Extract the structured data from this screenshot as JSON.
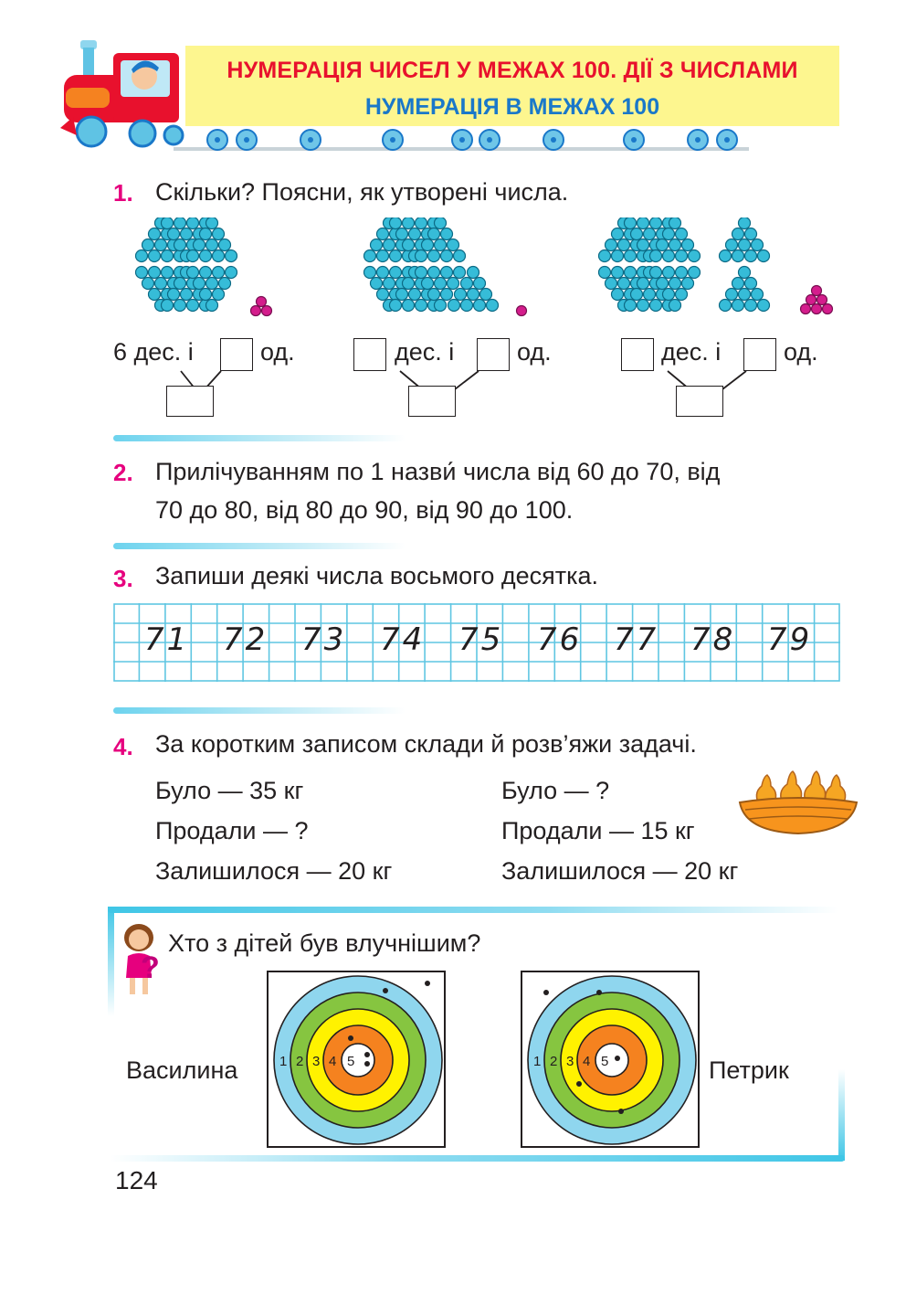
{
  "header": {
    "title": "НУМЕРАЦІЯ ЧИСЕЛ У МЕЖАХ 100. ДІЇ З ЧИСЛАМИ",
    "subtitle": "НУМЕРАЦІЯ В МЕЖАХ 100"
  },
  "task1": {
    "number": "1.",
    "text": "Скільки? Поясни, як утворені числа.",
    "items": [
      {
        "tens_prefix": "6 дес. і",
        "units_suffix": "од."
      },
      {
        "tens_label": "дес. і",
        "units_suffix": "од."
      },
      {
        "tens_label": "дес. і",
        "units_suffix": "од."
      }
    ]
  },
  "task2": {
    "number": "2.",
    "line1": "Прилічуванням по 1 назви́ числа від 60 до 70, від",
    "line2": "70 до 80, від 80 до 90, від 90 до 100."
  },
  "task3": {
    "number": "3.",
    "text": "Запиши деякі числа восьмого десятка.",
    "numbers": [
      "71",
      "72",
      "73",
      "74",
      "75",
      "76",
      "77",
      "78",
      "79"
    ]
  },
  "task4": {
    "number": "4.",
    "text": "За коротким записом склади й розв’яжи задачі.",
    "left": [
      "Було — 35 кг",
      "Продали — ?",
      "Залишилося — 20 кг"
    ],
    "right": [
      "Було — ?",
      "Продали — 15 кг",
      "Залишилося — 20 кг"
    ]
  },
  "bonus": {
    "question": "Хто з дітей був влучнішим?",
    "left_name": "Василина",
    "right_name": "Петрик",
    "ring_numbers": [
      "1",
      "2",
      "3",
      "4",
      "5"
    ]
  },
  "page_number": "124",
  "colors": {
    "accent_red": "#e8112d",
    "accent_blue": "#1a78c9",
    "task_number": "#e6007e",
    "bead": "#36bcd8",
    "bead_extra": "#d41d8c",
    "ring_blue": "#8fd6ee",
    "ring_green": "#86c540",
    "ring_yellow": "#fff200",
    "ring_orange": "#f5821f"
  }
}
